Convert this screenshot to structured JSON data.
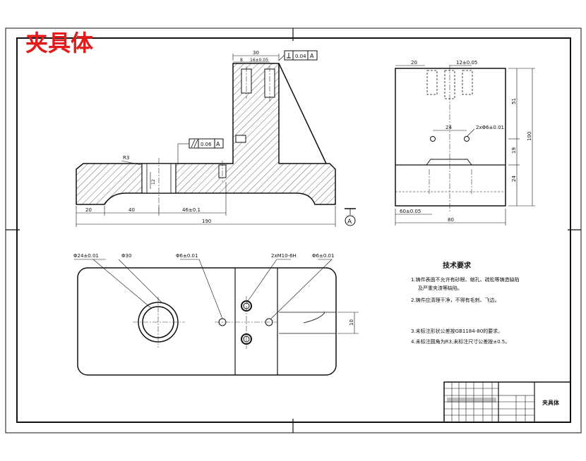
{
  "title": "夹具体",
  "side_view": {
    "dim_top_30": "30",
    "dim_top_8": "8",
    "dim_top_16": "16±0.05",
    "tol_perp": "0.04",
    "datum_a": "A",
    "tol_parallel": "0.06",
    "dim_r3": "R3",
    "dim_12": "12",
    "dim_20": "20",
    "dim_40": "40",
    "dim_46": "46±0.1",
    "dim_190": "190",
    "datum_marker": "A"
  },
  "end_view": {
    "dim_20": "20",
    "dim_12": "12±0.05",
    "dim_24": "24",
    "dim_holes": "2xΦ6±0.01",
    "dim_51": "51",
    "dim_19": "19",
    "dim_24v": "24",
    "dim_100": "100",
    "dim_60": "60±0.05",
    "dim_80": "80"
  },
  "plan_view": {
    "dim_phi24": "Φ24±0.01",
    "dim_phi30": "Φ30",
    "dim_phi6a": "Φ6±0.01",
    "dim_2m10": "2xM10-6H",
    "dim_phi6b": "Φ6±0.01",
    "dim_10": "10"
  },
  "tech_req": {
    "heading": "技术要求",
    "items": [
      "1.铸件表面不允许有砂眼、缩孔、疏松等铸造缺陷",
      "及严重夹渣等缺陷。",
      "2.铸件应清理干净，不得有毛刺、飞边。",
      "3.未标注形状公差按GB1184-80的要求。",
      "4.未标注圆角为R3,未标注尺寸公差按±0.5。"
    ]
  },
  "title_block": {
    "name": "夹具体"
  }
}
